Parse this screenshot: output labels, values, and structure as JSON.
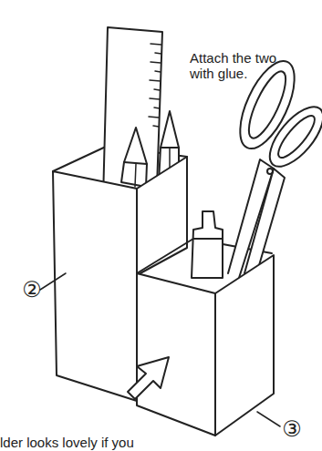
{
  "diagram": {
    "labels": [
      "Attach the two with glue.",
      "②",
      "③",
      "lder looks lovely if you"
    ]
  }
}
